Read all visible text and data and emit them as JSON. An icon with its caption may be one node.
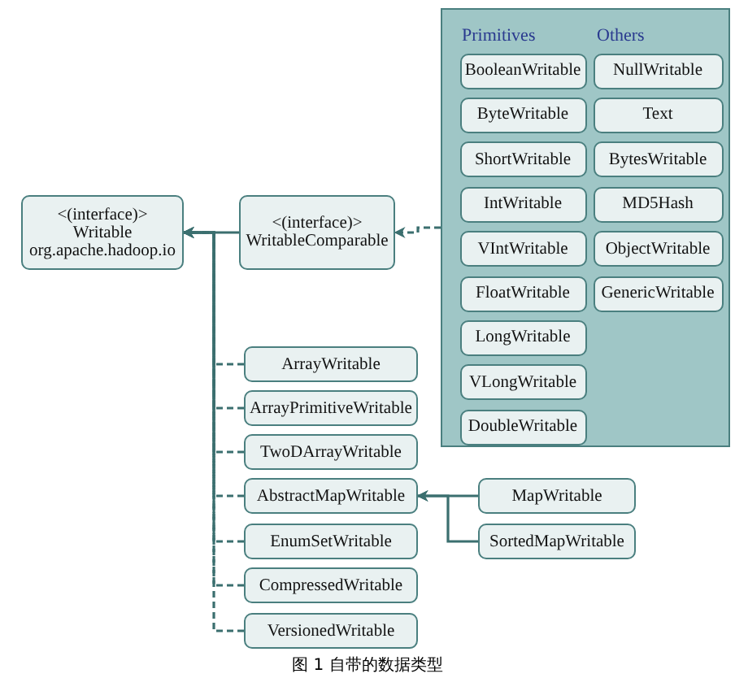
{
  "diagram": {
    "caption": "图 1 自带的数据类型",
    "nodes": [
      {
        "text": [
          "<(interface)>",
          "Writable",
          "org.apache.hadoop.io"
        ]
      },
      {
        "text": [
          "<(interface)>",
          "WritableComparable"
        ]
      },
      {
        "text": [
          "Primitives",
          "Others"
        ]
      },
      {
        "text": [
          "BooleanWritable"
        ],
        "in": 2
      },
      {
        "text": [
          "ByteWritable"
        ],
        "in": 2
      },
      {
        "text": [
          "ShortWritable"
        ],
        "in": 2
      },
      {
        "text": [
          "IntWritable"
        ],
        "in": 2
      },
      {
        "text": [
          "VIntWritable"
        ],
        "in": 2
      },
      {
        "text": [
          "FloatWritable"
        ],
        "in": 2
      },
      {
        "text": [
          "LongWritable"
        ],
        "in": 2
      },
      {
        "text": [
          "VLongWritable"
        ],
        "in": 2
      },
      {
        "text": [
          "DoubleWritable"
        ],
        "in": 2
      },
      {
        "text": [
          "NullWritable"
        ],
        "in": 2
      },
      {
        "text": [
          "Text"
        ],
        "in": 2
      },
      {
        "text": [
          "BytesWritable"
        ],
        "in": 2
      },
      {
        "text": [
          "MD5Hash"
        ],
        "in": 2
      },
      {
        "text": [
          "ObjectWritable"
        ],
        "in": 2
      },
      {
        "text": [
          "GenericWritable"
        ],
        "in": 2
      },
      {
        "text": [
          "ArrayWritable"
        ]
      },
      {
        "text": [
          "ArrayPrimitiveWritable"
        ]
      },
      {
        "text": [
          "TwoDArrayWritable"
        ]
      },
      {
        "text": [
          "AbstractMapWritable"
        ]
      },
      {
        "text": [
          "EnumSetWritable"
        ]
      },
      {
        "text": [
          "CompressedWritable"
        ]
      },
      {
        "text": [
          "VersionedWritable"
        ]
      },
      {
        "text": [
          "MapWritable"
        ]
      },
      {
        "text": [
          "SortedMapWritable"
        ]
      }
    ],
    "edges": [
      {
        "from": 1,
        "to": 0,
        "arrow": "to"
      },
      {
        "from": 2,
        "to": 1,
        "arrow": "to",
        "style": "dashed"
      },
      {
        "from": 18,
        "to": 0,
        "arrow": "to",
        "style": "dashed"
      },
      {
        "from": 19,
        "to": 0,
        "arrow": "to",
        "style": "dashed"
      },
      {
        "from": 20,
        "to": 0,
        "arrow": "to",
        "style": "dashed"
      },
      {
        "from": 21,
        "to": 0,
        "arrow": "to",
        "style": "dashed"
      },
      {
        "from": 22,
        "to": 0,
        "arrow": "to",
        "style": "dashed"
      },
      {
        "from": 23,
        "to": 0,
        "arrow": "to",
        "style": "dashed"
      },
      {
        "from": 24,
        "to": 0,
        "arrow": "to",
        "style": "dashed"
      },
      {
        "from": 25,
        "to": 21,
        "arrow": "to"
      },
      {
        "from": 26,
        "to": 21,
        "arrow": "to"
      }
    ]
  }
}
